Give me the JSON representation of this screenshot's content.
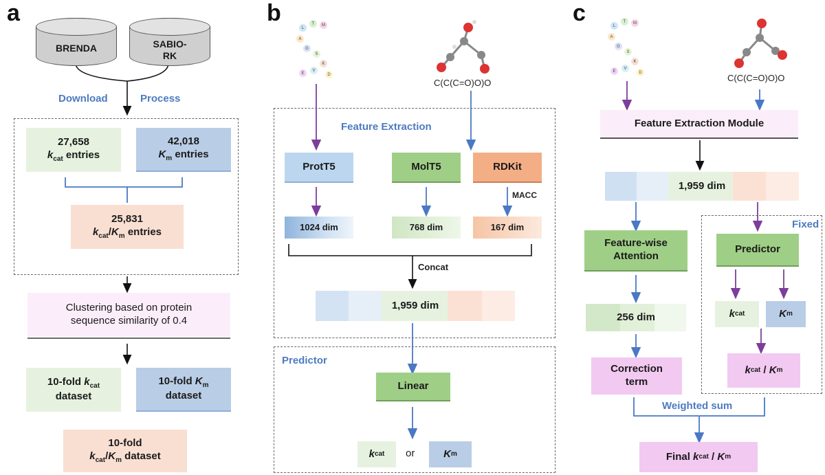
{
  "panels": {
    "a": "a",
    "b": "b",
    "c": "c"
  },
  "a": {
    "db1": "BRENDA",
    "db2_line1": "SABIO-",
    "db2_line2": "RK",
    "download": "Download",
    "process": "Process",
    "kcat_count": "27,658",
    "kcat_k": "k",
    "kcat_sub": "cat",
    "kcat_rest": " entries",
    "km_count": "42,018",
    "km_k": "K",
    "km_sub": "m",
    "km_rest": " entries",
    "ratio_count": "25,831",
    "ratio_k1": "k",
    "ratio_sub1": "cat",
    "ratio_slash": "/",
    "ratio_k2": "K",
    "ratio_sub2": "m",
    "ratio_rest": " entries",
    "clustering_line1": "Clustering based on protein",
    "clustering_line2": "sequence similarity of 0.4",
    "fold_kcat_pre": "10-fold ",
    "fold_kcat_k": "k",
    "fold_kcat_sub": "cat",
    "fold_kcat_line2": "dataset",
    "fold_km_pre": "10-fold ",
    "fold_km_k": "K",
    "fold_km_sub": "m",
    "fold_km_line2": "dataset",
    "fold_ratio_line1": "10-fold",
    "fold_ratio_k1": "k",
    "fold_ratio_sub1": "cat",
    "fold_ratio_slash": "/",
    "fold_ratio_k2": "K",
    "fold_ratio_sub2": "m",
    "fold_ratio_rest": " dataset"
  },
  "b": {
    "smiles": "C(C(C=O)O)O",
    "feature_extraction": "Feature Extraction",
    "prott5": "ProtT5",
    "molt5": "MolT5",
    "rdkit": "RDKit",
    "macc": "MACC",
    "dim1024": "1024 dim",
    "dim768": "768 dim",
    "dim167": "167 dim",
    "concat": "Concat",
    "dim1959": "1,959 dim",
    "predictor": "Predictor",
    "linear": "Linear",
    "out_k1": "k",
    "out_sub1": "cat",
    "or": "or",
    "out_k2": "K",
    "out_sub2": "m"
  },
  "c": {
    "smiles": "C(C(C=O)O)O",
    "feature_module": "Feature Extraction Module",
    "dim1959": "1,959 dim",
    "attention_line1": "Feature-wise",
    "attention_line2": "Attention",
    "fixed": "Fixed",
    "predictor": "Predictor",
    "dim256": "256 dim",
    "kcat_k": "k",
    "kcat_sub": "cat",
    "km_k": "K",
    "km_sub": "m",
    "correction_line1": "Correction",
    "correction_line2": "term",
    "ratio_k1": "k",
    "ratio_sub1": "cat",
    "ratio_slash": " / ",
    "ratio_k2": "K",
    "ratio_sub2": "m",
    "weighted_sum": "Weighted sum",
    "final_pre": "Final ",
    "final_k1": "k",
    "final_sub1": "cat",
    "final_slash": " / ",
    "final_k2": "K",
    "final_sub2": "m"
  },
  "colors": {
    "flow_blue": "#4a78c4",
    "flow_purple": "#7c3e9a",
    "label_blue": "#4d7bc0",
    "green_light": "#e6f2df",
    "blue_mid": "#b9cde6",
    "peach": "#f9dfd2",
    "pink": "#fbeefa",
    "violet": "#f2c9f1"
  }
}
